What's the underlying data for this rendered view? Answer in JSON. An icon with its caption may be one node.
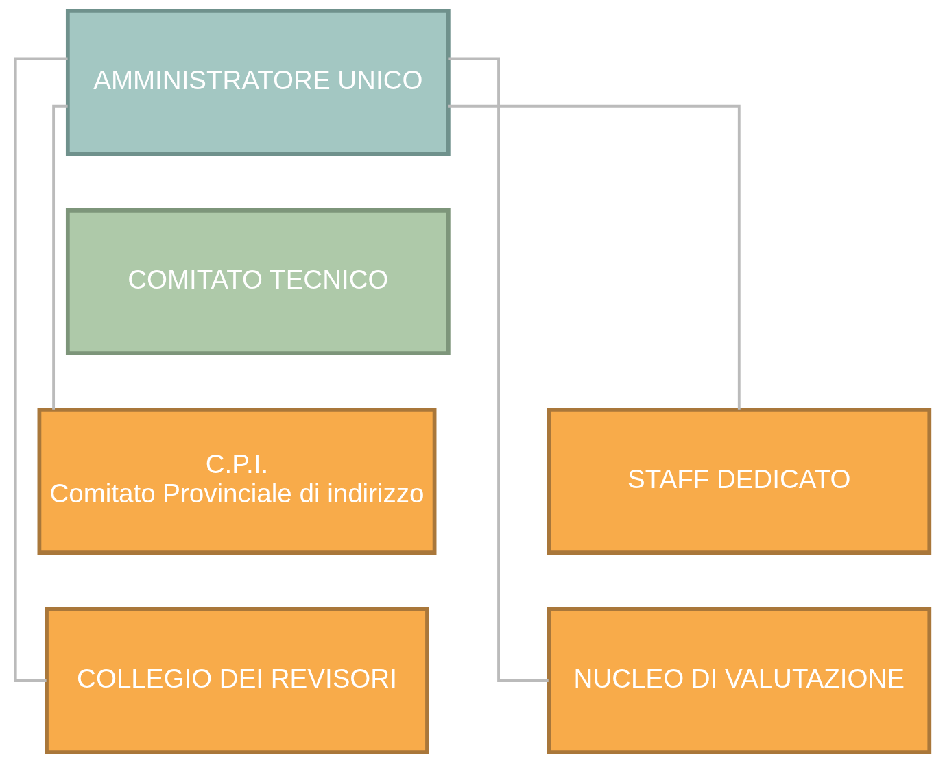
{
  "diagram": {
    "nodes": [
      {
        "text": [
          "AMMINISTRATORE UNICO"
        ]
      },
      {
        "text": [
          "COMITATO TECNICO"
        ]
      },
      {
        "text": [
          "C.P.I.",
          "Comitato Provinciale di indirizzo"
        ]
      },
      {
        "text": [
          "COLLEGIO DEI REVISORI"
        ]
      },
      {
        "text": [
          "STAFF DEDICATO"
        ]
      },
      {
        "text": [
          "NUCLEO DI VALUTAZIONE"
        ]
      }
    ],
    "edges": [
      {
        "from": 0,
        "to": 2,
        "arrow": "none"
      },
      {
        "from": 0,
        "to": 3,
        "arrow": "none"
      },
      {
        "from": 0,
        "to": 4,
        "arrow": "none"
      },
      {
        "from": 0,
        "to": 5,
        "arrow": "none"
      }
    ]
  }
}
